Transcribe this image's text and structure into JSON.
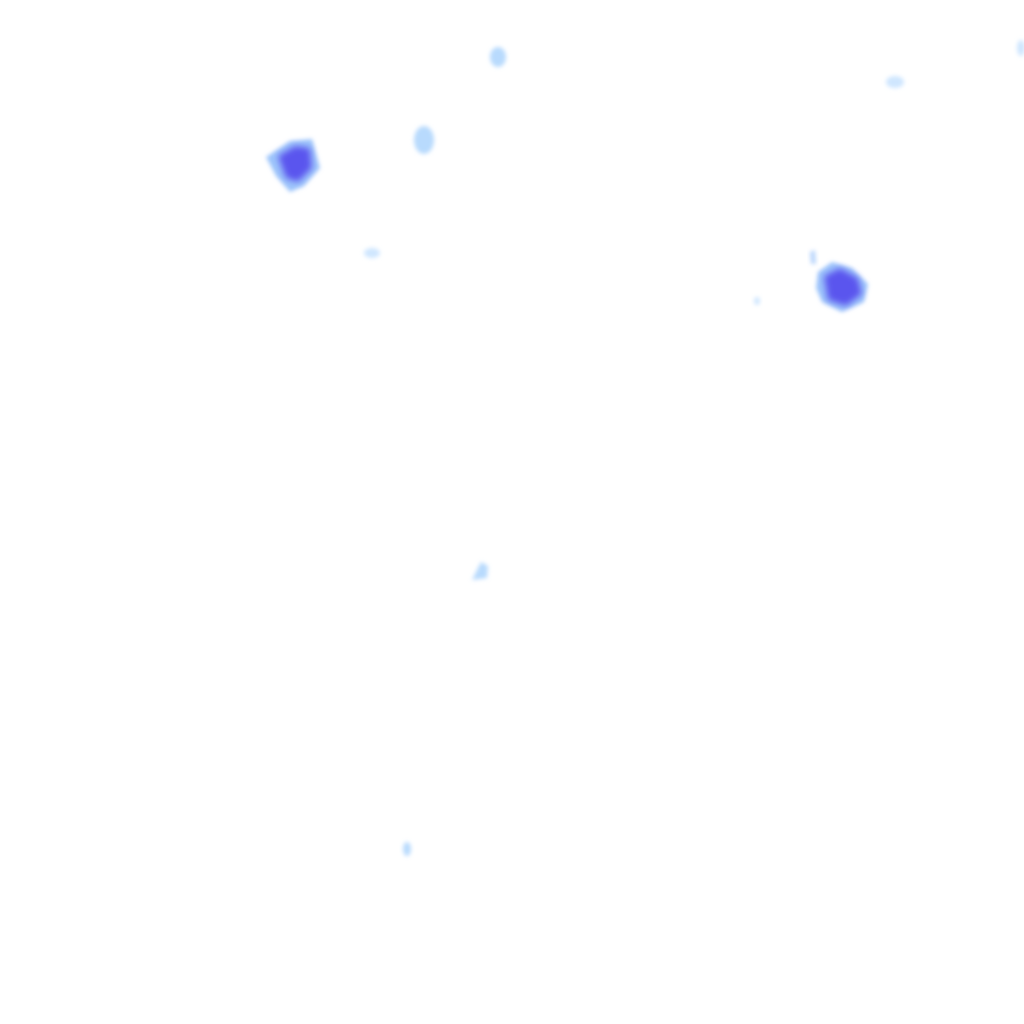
{
  "image": {
    "background_color": "#ffffff",
    "colors": {
      "core_dark": "#5a54ee",
      "core_mid": "#6f72f2",
      "halo_light": "#9cc4fb",
      "speck_light": "#b8dafd",
      "speck_pale": "#cfe6fe"
    },
    "blobs": [
      {
        "name": "large-blob-upper-left",
        "kind": "large"
      },
      {
        "name": "large-blob-right",
        "kind": "large"
      }
    ],
    "specks": [
      {
        "name": "speck-small"
      },
      {
        "name": "speck-medium"
      },
      {
        "name": "speck-faint"
      },
      {
        "name": "speck-tiny"
      }
    ]
  }
}
